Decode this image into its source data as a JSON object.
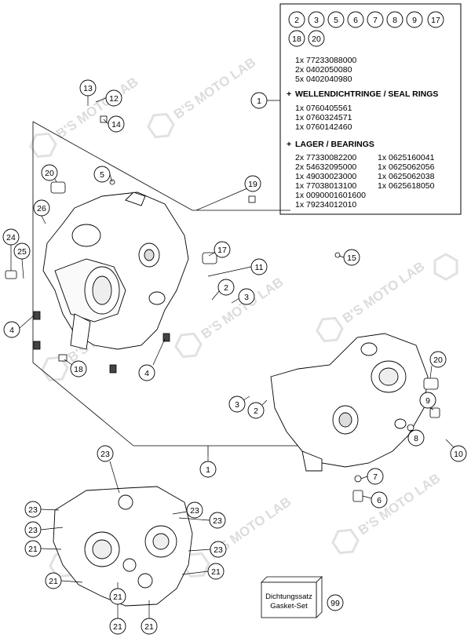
{
  "watermark": "B'S MOTO LAB",
  "parts_box": {
    "ref_circles": [
      "2",
      "3",
      "5",
      "6",
      "7",
      "8",
      "9",
      "17",
      "18",
      "20"
    ],
    "parts": [
      "1x 77233088000",
      "2x 0402050080",
      "5x 0402040980"
    ],
    "seal_heading": "WELLENDICHTRINGE / SEAL RINGS",
    "seal_items": [
      "1x 0760405561",
      "1x 0760324571",
      "1x 0760142460"
    ],
    "bearing_heading": "LAGER / BEARINGS",
    "bearings_left": [
      "2x 77330082200",
      "2x 54632095000",
      "1x 49030023000",
      "1x 77038013100",
      "1x 0090001601600",
      "1x 79234012010"
    ],
    "bearings_right": [
      "1x 0625160041",
      "1x 0625062056",
      "1x 0625062038",
      "1x 0625618050"
    ]
  },
  "gasket_set": {
    "line1": "Dichtungssatz",
    "line2": "Gasket-Set",
    "ref": "99"
  },
  "callouts": [
    {
      "id": "c1",
      "label": "1"
    },
    {
      "id": "c13",
      "label": "13"
    },
    {
      "id": "c12",
      "label": "12"
    },
    {
      "id": "c14",
      "label": "14"
    },
    {
      "id": "c5",
      "label": "5"
    },
    {
      "id": "c20a",
      "label": "20"
    },
    {
      "id": "c26",
      "label": "26"
    },
    {
      "id": "c19",
      "label": "19"
    },
    {
      "id": "c24",
      "label": "24"
    },
    {
      "id": "c25",
      "label": "25"
    },
    {
      "id": "c17",
      "label": "17"
    },
    {
      "id": "c11",
      "label": "11"
    },
    {
      "id": "c2a",
      "label": "2"
    },
    {
      "id": "c3a",
      "label": "3"
    },
    {
      "id": "c15",
      "label": "15"
    },
    {
      "id": "c4a",
      "label": "4"
    },
    {
      "id": "c4b",
      "label": "4"
    },
    {
      "id": "c18",
      "label": "18"
    },
    {
      "id": "c20b",
      "label": "20"
    },
    {
      "id": "c9",
      "label": "9"
    },
    {
      "id": "c3b",
      "label": "3"
    },
    {
      "id": "c2b",
      "label": "2"
    },
    {
      "id": "c8",
      "label": "8"
    },
    {
      "id": "c10",
      "label": "10"
    },
    {
      "id": "c1b",
      "label": "1"
    },
    {
      "id": "c7",
      "label": "7"
    },
    {
      "id": "c6",
      "label": "6"
    },
    {
      "id": "c23a",
      "label": "23"
    },
    {
      "id": "c23b",
      "label": "23"
    },
    {
      "id": "c23c",
      "label": "23"
    },
    {
      "id": "c23d",
      "label": "23"
    },
    {
      "id": "c23e",
      "label": "23"
    },
    {
      "id": "c23f",
      "label": "23"
    },
    {
      "id": "c21a",
      "label": "21"
    },
    {
      "id": "c21b",
      "label": "21"
    },
    {
      "id": "c21c",
      "label": "21"
    },
    {
      "id": "c21d",
      "label": "21"
    },
    {
      "id": "c21e",
      "label": "21"
    },
    {
      "id": "c21f",
      "label": "21"
    }
  ]
}
